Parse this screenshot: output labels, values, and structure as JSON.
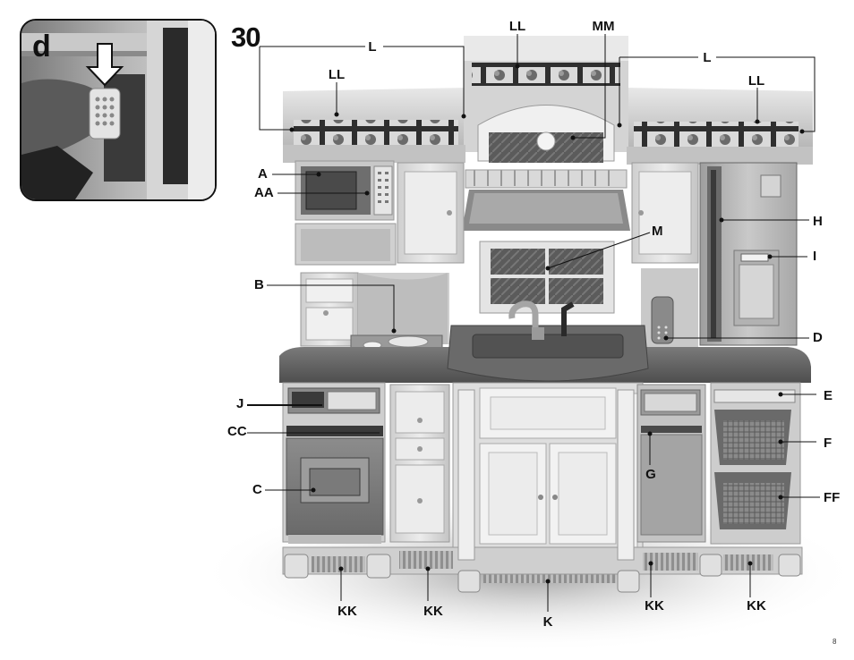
{
  "step_number": "30",
  "inset_letter": "d",
  "page_number": "8",
  "colors": {
    "counter": "#6a6a6a",
    "cabinet": "#dcdcdc",
    "panel": "#c8c8c8",
    "dark": "#333333",
    "arrow": "#ffffff"
  },
  "labels": {
    "A": "A",
    "AA": "AA",
    "B": "B",
    "J": "J",
    "CC": "CC",
    "C": "C",
    "LL": "LL",
    "MM": "MM",
    "L": "L",
    "H": "H",
    "I": "I",
    "M": "M",
    "D": "D",
    "E": "E",
    "F": "F",
    "G": "G",
    "FF": "FF",
    "KK": "KK",
    "K": "K"
  }
}
